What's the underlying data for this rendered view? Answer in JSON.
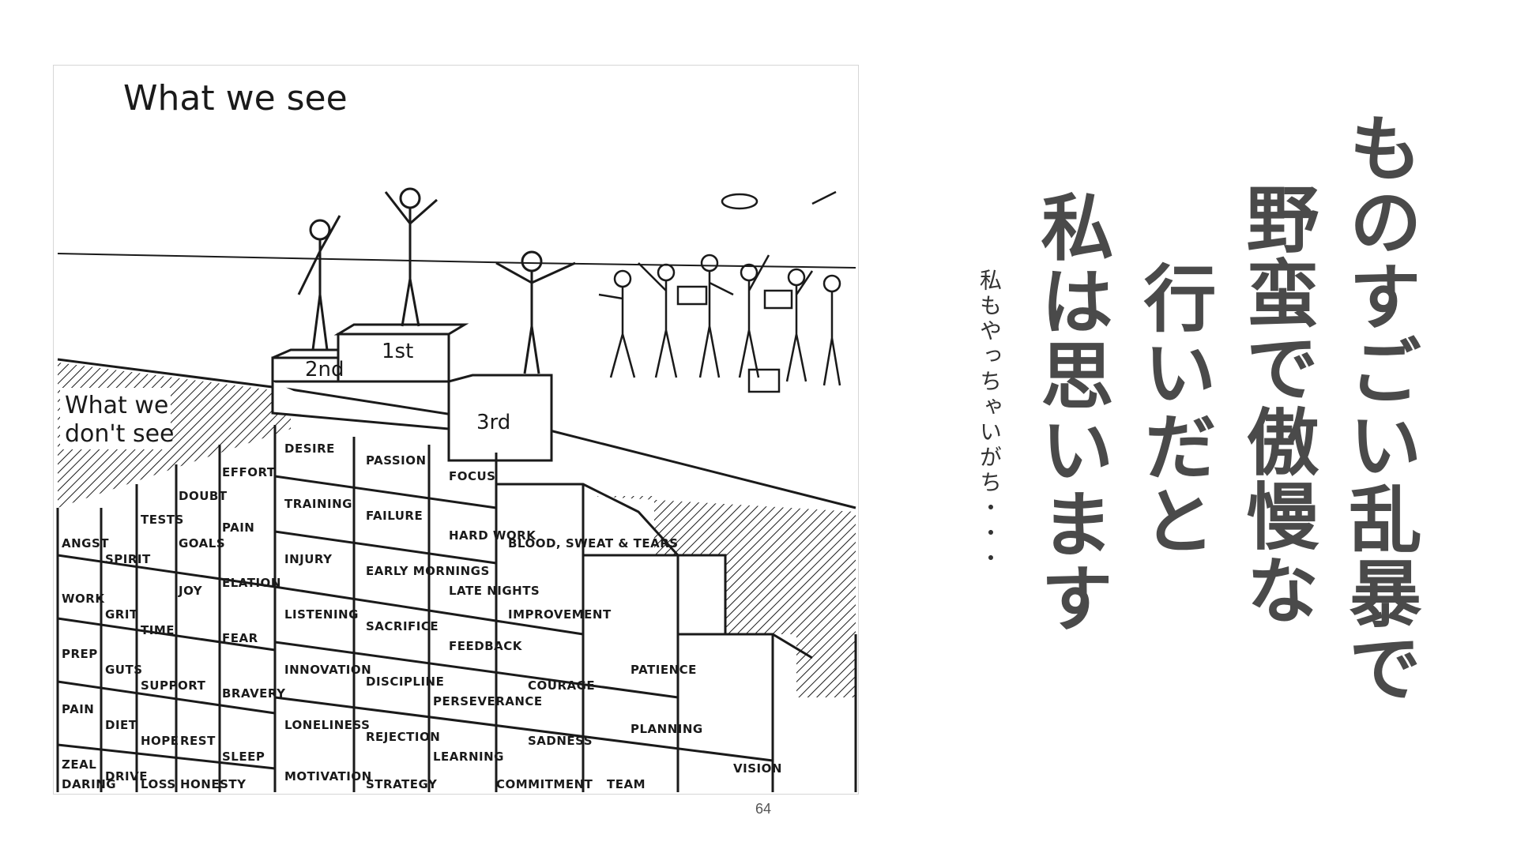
{
  "illustration": {
    "heading_top": "What we see",
    "heading_bottom_line1": "What we",
    "heading_bottom_line2": "don't see",
    "podium": {
      "first": "1st",
      "second": "2nd",
      "third": "3rd"
    },
    "blocks": [
      "DESIRE",
      "PASSION",
      "FOCUS",
      "EFFORT",
      "TRAINING",
      "FAILURE",
      "HARD WORK",
      "DOUBT",
      "PAIN",
      "INJURY",
      "EARLY MORNINGS",
      "LATE NIGHTS",
      "BLOOD, SWEAT & TEARS",
      "TESTS",
      "GOALS",
      "ELATION",
      "LISTENING",
      "SACRIFICE",
      "FEEDBACK",
      "IMPROVEMENT",
      "ANGST",
      "SPIRIT",
      "JOY",
      "FEAR",
      "INNOVATION",
      "DISCIPLINE",
      "PERSEVERANCE",
      "COURAGE",
      "PATIENCE",
      "WORK",
      "GRIT",
      "TIME",
      "BRAVERY",
      "LONELINESS",
      "REJECTION",
      "LEARNING",
      "SADNESS",
      "PLANNING",
      "VISION",
      "PREP",
      "GUTS",
      "SUPPORT",
      "REST",
      "MOTIVATION",
      "STRATEGY",
      "DIET",
      "HOPE",
      "SLEEP",
      "COMMITMENT",
      "PAIN",
      "DRIVE",
      "LOSS",
      "HONESTY",
      "ZEAL",
      "DARING",
      "TEAM"
    ]
  },
  "page_number": "64",
  "title_lines": [
    "ものすごい乱暴で",
    "野蛮で傲慢な",
    "行いだと",
    "私は思います"
  ],
  "side_note": "私もやっちゃいがち・・・"
}
